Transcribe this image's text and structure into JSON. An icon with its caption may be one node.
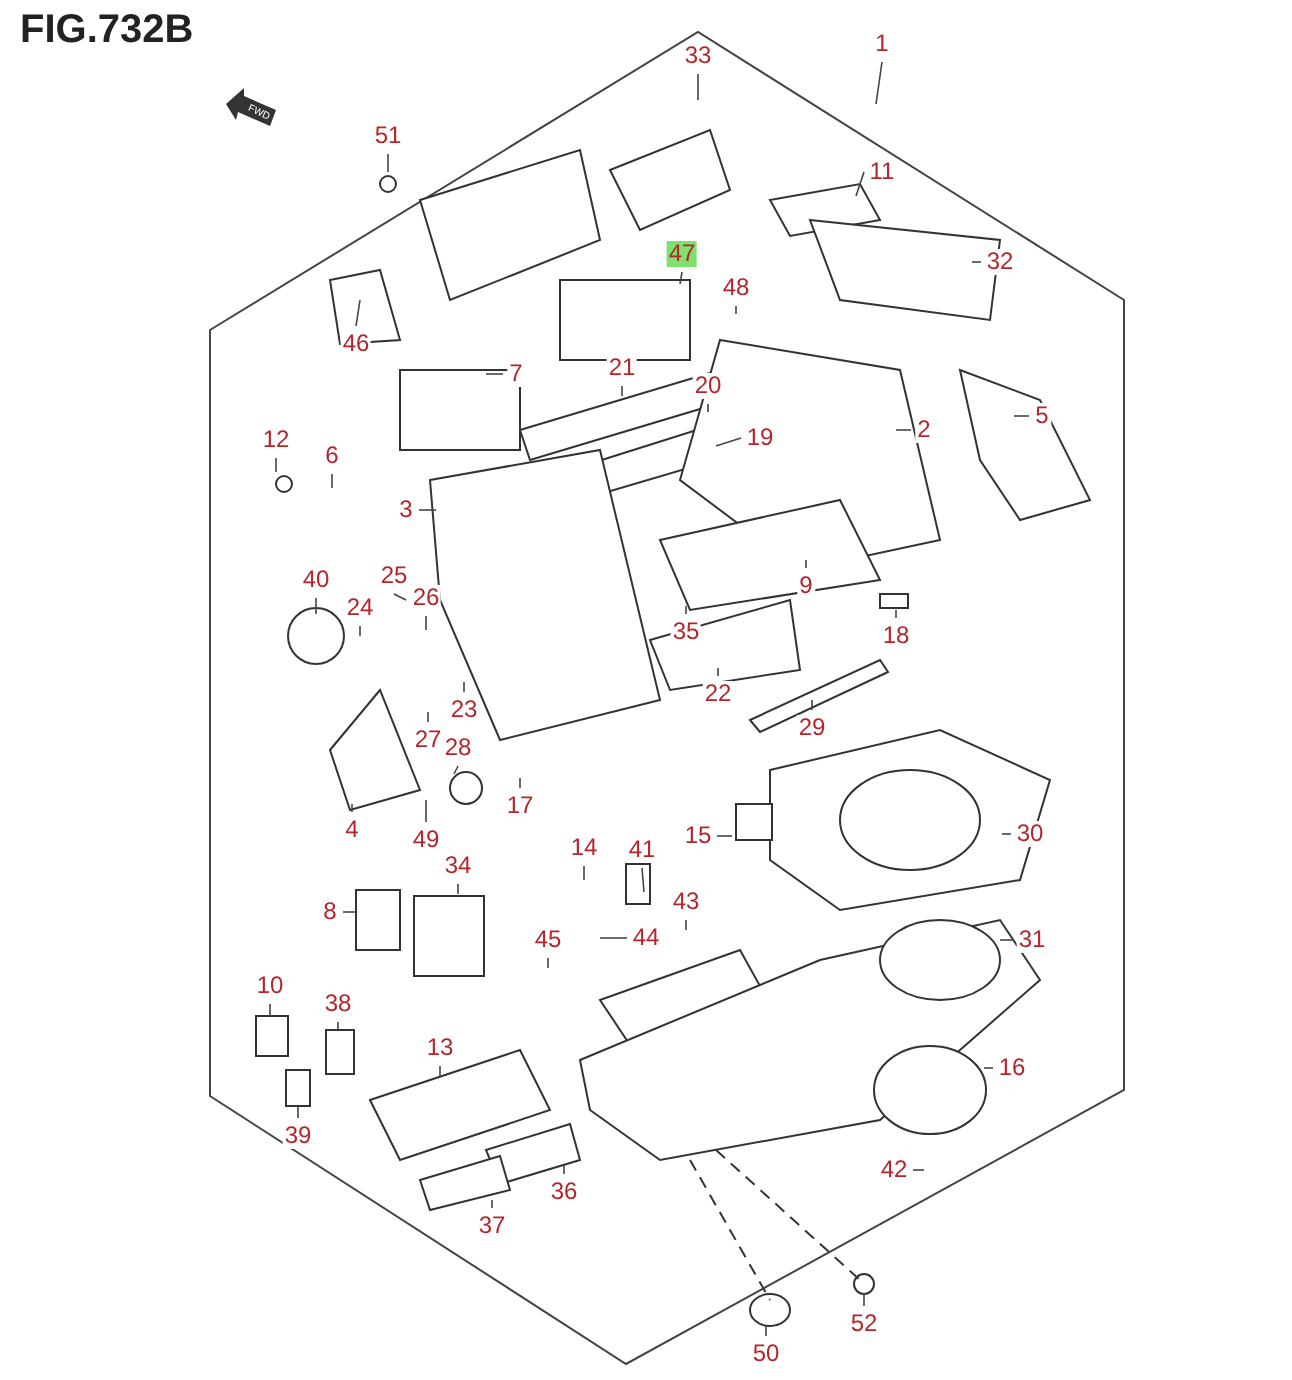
{
  "diagram": {
    "title": "FIG.732B",
    "nodes": [
      {
        "text": [
          "51"
        ]
      },
      {
        "text": [
          "33"
        ]
      },
      {
        "text": [
          "1"
        ]
      },
      {
        "text": [
          "11"
        ]
      },
      {
        "text": [
          "47"
        ]
      },
      {
        "text": [
          "48"
        ]
      },
      {
        "text": [
          "32"
        ]
      },
      {
        "text": [
          "46"
        ]
      },
      {
        "text": [
          "7"
        ]
      },
      {
        "text": [
          "21"
        ]
      },
      {
        "text": [
          "20"
        ]
      },
      {
        "text": [
          "19"
        ]
      },
      {
        "text": [
          "2"
        ]
      },
      {
        "text": [
          "5"
        ]
      },
      {
        "text": [
          "12"
        ]
      },
      {
        "text": [
          "6"
        ]
      },
      {
        "text": [
          "3"
        ]
      },
      {
        "text": [
          "9"
        ]
      },
      {
        "text": [
          "40"
        ]
      },
      {
        "text": [
          "24"
        ]
      },
      {
        "text": [
          "25"
        ]
      },
      {
        "text": [
          "26"
        ]
      },
      {
        "text": [
          "35"
        ]
      },
      {
        "text": [
          "18"
        ]
      },
      {
        "text": [
          "22"
        ]
      },
      {
        "text": [
          "23"
        ]
      },
      {
        "text": [
          "27"
        ]
      },
      {
        "text": [
          "29"
        ]
      },
      {
        "text": [
          "4"
        ]
      },
      {
        "text": [
          "28"
        ]
      },
      {
        "text": [
          "17"
        ]
      },
      {
        "text": [
          "49"
        ]
      },
      {
        "text": [
          "15"
        ]
      },
      {
        "text": [
          "30"
        ]
      },
      {
        "text": [
          "34"
        ]
      },
      {
        "text": [
          "14"
        ]
      },
      {
        "text": [
          "41"
        ]
      },
      {
        "text": [
          "8"
        ]
      },
      {
        "text": [
          "43"
        ]
      },
      {
        "text": [
          "44"
        ]
      },
      {
        "text": [
          "45"
        ]
      },
      {
        "text": [
          "31"
        ]
      },
      {
        "text": [
          "10"
        ]
      },
      {
        "text": [
          "38"
        ]
      },
      {
        "text": [
          "13"
        ]
      },
      {
        "text": [
          "16"
        ]
      },
      {
        "text": [
          "39"
        ]
      },
      {
        "text": [
          "36"
        ]
      },
      {
        "text": [
          "42"
        ]
      },
      {
        "text": [
          "37"
        ]
      },
      {
        "text": [
          "50"
        ]
      },
      {
        "text": [
          "52"
        ]
      }
    ],
    "edges": [
      {
        "from": 0,
        "to": null,
        "arrow": "none"
      },
      {
        "from": 1,
        "to": null,
        "arrow": "none"
      },
      {
        "from": 2,
        "to": null,
        "arrow": "none"
      },
      {
        "from": 3,
        "to": null,
        "arrow": "none"
      },
      {
        "from": 4,
        "to": null,
        "arrow": "none"
      },
      {
        "from": 5,
        "to": null,
        "arrow": "none"
      },
      {
        "from": 6,
        "to": null,
        "arrow": "none"
      },
      {
        "from": 7,
        "to": null,
        "arrow": "none"
      },
      {
        "from": 8,
        "to": null,
        "arrow": "none"
      },
      {
        "from": 9,
        "to": null,
        "arrow": "none"
      },
      {
        "from": 10,
        "to": null,
        "arrow": "none"
      },
      {
        "from": 11,
        "to": null,
        "arrow": "none"
      },
      {
        "from": 12,
        "to": null,
        "arrow": "none"
      },
      {
        "from": 13,
        "to": null,
        "arrow": "none"
      },
      {
        "from": 14,
        "to": null,
        "arrow": "none"
      },
      {
        "from": 15,
        "to": null,
        "arrow": "none"
      },
      {
        "from": 16,
        "to": null,
        "arrow": "none"
      },
      {
        "from": 17,
        "to": null,
        "arrow": "none"
      },
      {
        "from": 18,
        "to": null,
        "arrow": "none"
      },
      {
        "from": 19,
        "to": null,
        "arrow": "none"
      },
      {
        "from": 20,
        "to": null,
        "arrow": "none"
      },
      {
        "from": 21,
        "to": null,
        "arrow": "none"
      },
      {
        "from": 22,
        "to": null,
        "arrow": "none"
      },
      {
        "from": 23,
        "to": null,
        "arrow": "none"
      },
      {
        "from": 24,
        "to": null,
        "arrow": "none"
      },
      {
        "from": 25,
        "to": null,
        "arrow": "none"
      },
      {
        "from": 26,
        "to": null,
        "arrow": "none"
      },
      {
        "from": 27,
        "to": null,
        "arrow": "none"
      },
      {
        "from": 28,
        "to": null,
        "arrow": "none"
      },
      {
        "from": 29,
        "to": null,
        "arrow": "none"
      },
      {
        "from": 30,
        "to": null,
        "arrow": "none"
      },
      {
        "from": 31,
        "to": null,
        "arrow": "none"
      },
      {
        "from": 32,
        "to": null,
        "arrow": "none"
      },
      {
        "from": 33,
        "to": null,
        "arrow": "none"
      },
      {
        "from": 34,
        "to": null,
        "arrow": "none"
      },
      {
        "from": 35,
        "to": null,
        "arrow": "none"
      },
      {
        "from": 36,
        "to": null,
        "arrow": "none"
      },
      {
        "from": 37,
        "to": null,
        "arrow": "none"
      },
      {
        "from": 38,
        "to": null,
        "arrow": "none"
      },
      {
        "from": 39,
        "to": null,
        "arrow": "none"
      },
      {
        "from": 40,
        "to": null,
        "arrow": "none"
      },
      {
        "from": 41,
        "to": null,
        "arrow": "none"
      },
      {
        "from": 42,
        "to": null,
        "arrow": "none"
      },
      {
        "from": 43,
        "to": null,
        "arrow": "none"
      },
      {
        "from": 44,
        "to": null,
        "arrow": "none"
      },
      {
        "from": 45,
        "to": null,
        "arrow": "none"
      },
      {
        "from": 46,
        "to": null,
        "arrow": "none"
      },
      {
        "from": 47,
        "to": null,
        "arrow": "none"
      },
      {
        "from": 48,
        "to": null,
        "arrow": "none"
      },
      {
        "from": 49,
        "to": null,
        "arrow": "none"
      },
      {
        "from": 50,
        "to": null,
        "arrow": "none"
      },
      {
        "from": 51,
        "to": null,
        "arrow": "none"
      }
    ],
    "labels": [
      "FWD"
    ]
  }
}
